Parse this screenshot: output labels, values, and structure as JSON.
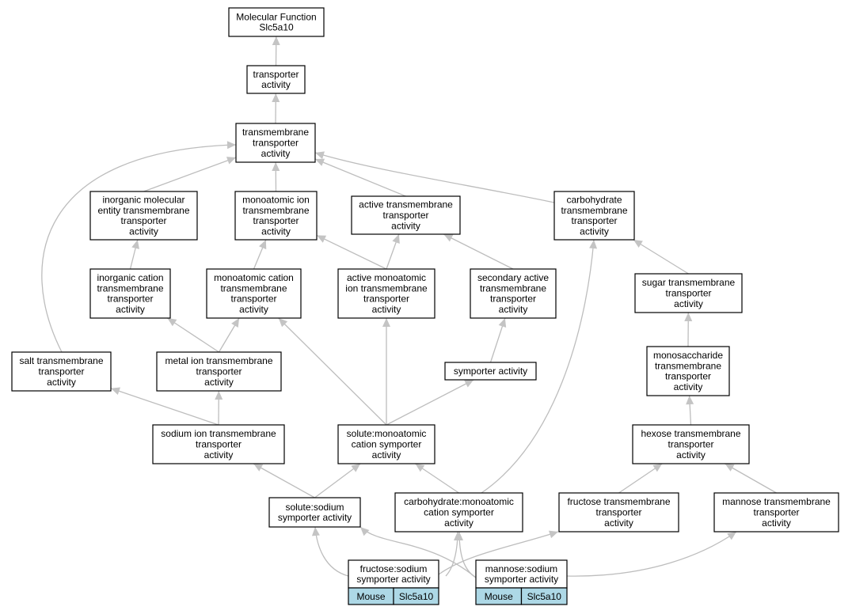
{
  "diagram": {
    "nodes": [
      {
        "id": "n0",
        "lines": [
          "Molecular Function",
          "Slc5a10"
        ]
      },
      {
        "id": "n1",
        "lines": [
          "transporter",
          "activity"
        ]
      },
      {
        "id": "n2",
        "lines": [
          "transmembrane",
          "transporter",
          "activity"
        ]
      },
      {
        "id": "n3",
        "lines": [
          "inorganic molecular",
          "entity transmembrane",
          "transporter",
          "activity"
        ]
      },
      {
        "id": "n4",
        "lines": [
          "monoatomic ion",
          "transmembrane",
          "transporter",
          "activity"
        ]
      },
      {
        "id": "n5",
        "lines": [
          "active transmembrane",
          "transporter",
          "activity"
        ]
      },
      {
        "id": "n6",
        "lines": [
          "carbohydrate",
          "transmembrane",
          "transporter",
          "activity"
        ]
      },
      {
        "id": "n7",
        "lines": [
          "inorganic cation",
          "transmembrane",
          "transporter",
          "activity"
        ]
      },
      {
        "id": "n8",
        "lines": [
          "monoatomic cation",
          "transmembrane",
          "transporter",
          "activity"
        ]
      },
      {
        "id": "n9",
        "lines": [
          "active monoatomic",
          "ion transmembrane",
          "transporter",
          "activity"
        ]
      },
      {
        "id": "n10",
        "lines": [
          "secondary active",
          "transmembrane",
          "transporter",
          "activity"
        ]
      },
      {
        "id": "n11",
        "lines": [
          "sugar transmembrane",
          "transporter",
          "activity"
        ]
      },
      {
        "id": "n12",
        "lines": [
          "salt transmembrane",
          "transporter",
          "activity"
        ]
      },
      {
        "id": "n13",
        "lines": [
          "metal ion transmembrane",
          "transporter",
          "activity"
        ]
      },
      {
        "id": "n14",
        "lines": [
          "symporter activity"
        ]
      },
      {
        "id": "n15",
        "lines": [
          "monosaccharide",
          "transmembrane",
          "transporter",
          "activity"
        ]
      },
      {
        "id": "n16",
        "lines": [
          "sodium ion transmembrane",
          "transporter",
          "activity"
        ]
      },
      {
        "id": "n17",
        "lines": [
          "solute:monoatomic",
          "cation symporter",
          "activity"
        ]
      },
      {
        "id": "n18",
        "lines": [
          "hexose transmembrane",
          "transporter",
          "activity"
        ]
      },
      {
        "id": "n19",
        "lines": [
          "solute:sodium",
          "symporter activity"
        ]
      },
      {
        "id": "n20",
        "lines": [
          "carbohydrate:monoatomic",
          "cation symporter",
          "activity"
        ]
      },
      {
        "id": "n21",
        "lines": [
          "fructose transmembrane",
          "transporter",
          "activity"
        ]
      },
      {
        "id": "n22",
        "lines": [
          "mannose transmembrane",
          "transporter",
          "activity"
        ]
      },
      {
        "id": "n23",
        "lines": [
          "fructose:sodium",
          "symporter activity"
        ],
        "tags": [
          "Mouse",
          "Slc5a10"
        ]
      },
      {
        "id": "n24",
        "lines": [
          "mannose:sodium",
          "symporter activity"
        ],
        "tags": [
          "Mouse",
          "Slc5a10"
        ]
      }
    ],
    "edges": [
      {
        "from": "n1",
        "to": "n0"
      },
      {
        "from": "n2",
        "to": "n1"
      },
      {
        "from": "n3",
        "to": "n2"
      },
      {
        "from": "n4",
        "to": "n2"
      },
      {
        "from": "n5",
        "to": "n2"
      },
      {
        "from": "n6",
        "to": "n2"
      },
      {
        "from": "n12",
        "to": "n2"
      },
      {
        "from": "n7",
        "to": "n3"
      },
      {
        "from": "n8",
        "to": "n4"
      },
      {
        "from": "n9",
        "to": "n4"
      },
      {
        "from": "n9",
        "to": "n5"
      },
      {
        "from": "n10",
        "to": "n5"
      },
      {
        "from": "n11",
        "to": "n6"
      },
      {
        "from": "n20",
        "to": "n6"
      },
      {
        "from": "n13",
        "to": "n7"
      },
      {
        "from": "n13",
        "to": "n8"
      },
      {
        "from": "n17",
        "to": "n8"
      },
      {
        "from": "n17",
        "to": "n9"
      },
      {
        "from": "n14",
        "to": "n10"
      },
      {
        "from": "n15",
        "to": "n11"
      },
      {
        "from": "n16",
        "to": "n12"
      },
      {
        "from": "n16",
        "to": "n13"
      },
      {
        "from": "n17",
        "to": "n14"
      },
      {
        "from": "n18",
        "to": "n15"
      },
      {
        "from": "n19",
        "to": "n16"
      },
      {
        "from": "n19",
        "to": "n17"
      },
      {
        "from": "n20",
        "to": "n17"
      },
      {
        "from": "n21",
        "to": "n18"
      },
      {
        "from": "n22",
        "to": "n18"
      },
      {
        "from": "n23",
        "to": "n19"
      },
      {
        "from": "n23",
        "to": "n20"
      },
      {
        "from": "n23",
        "to": "n21"
      },
      {
        "from": "n24",
        "to": "n19"
      },
      {
        "from": "n24",
        "to": "n20"
      },
      {
        "from": "n24",
        "to": "n22"
      }
    ]
  }
}
